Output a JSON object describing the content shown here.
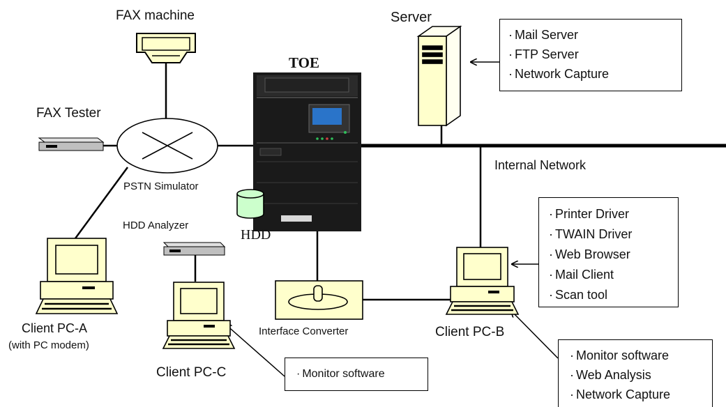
{
  "title": "TOE",
  "nodes": {
    "fax_machine": "FAX machine",
    "server": "Server",
    "fax_tester": "FAX Tester",
    "pstn_simulator": "PSTN Simulator",
    "internal_network": "Internal Network",
    "hdd": "HDD",
    "hdd_analyzer": "HDD Analyzer",
    "client_pc_a": "Client PC-A",
    "client_pc_a_note": "(with PC modem)",
    "client_pc_c": "Client PC-C",
    "interface_converter": "Interface Converter",
    "client_pc_b": "Client PC-B"
  },
  "server_box": [
    "Mail Server",
    "FTP Server",
    "Network Capture"
  ],
  "pcb_box": [
    "Printer Driver",
    "TWAIN Driver",
    "Web Browser",
    "Mail Client",
    "Scan tool"
  ],
  "pcb_monitor_box": [
    "Monitor software",
    "Web Analysis",
    "Network Capture"
  ],
  "pcc_box": [
    "Monitor software"
  ],
  "colors": {
    "device_fill": "#ffffcc",
    "tester_fill": "#c0c0c0",
    "hdd_fill": "#ccffcc",
    "mfp_body": "#1a1a1a",
    "panel_blue": "#2a74c9"
  }
}
